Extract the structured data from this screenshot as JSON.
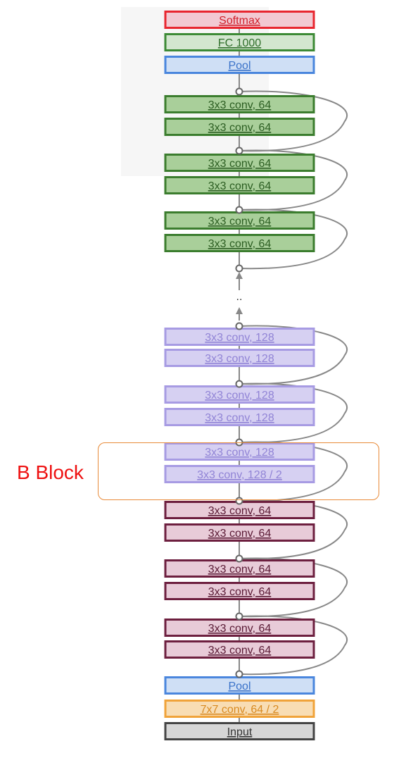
{
  "diagram": {
    "layers": [
      {
        "label": "Softmax",
        "kind": "softmax"
      },
      {
        "label": "FC 1000",
        "kind": "fc"
      },
      {
        "label": "Pool",
        "kind": "pool"
      },
      {
        "label": "3x3 conv, 64",
        "kind": "conv64_top"
      },
      {
        "label": "3x3 conv, 64",
        "kind": "conv64_top"
      },
      {
        "label": "3x3 conv, 64",
        "kind": "conv64_top"
      },
      {
        "label": "3x3 conv, 64",
        "kind": "conv64_top"
      },
      {
        "label": "3x3 conv, 64",
        "kind": "conv64_top"
      },
      {
        "label": "3x3 conv, 64",
        "kind": "conv64_top"
      },
      {
        "label": "3x3 conv, 128",
        "kind": "conv128"
      },
      {
        "label": "3x3 conv, 128",
        "kind": "conv128"
      },
      {
        "label": "3x3 conv, 128",
        "kind": "conv128"
      },
      {
        "label": "3x3 conv, 128",
        "kind": "conv128"
      },
      {
        "label": "3x3 conv, 128",
        "kind": "conv128"
      },
      {
        "label": "3x3 conv, 128 / 2",
        "kind": "conv128"
      },
      {
        "label": "3x3 conv, 64",
        "kind": "conv64_bottom"
      },
      {
        "label": "3x3 conv, 64",
        "kind": "conv64_bottom"
      },
      {
        "label": "3x3 conv, 64",
        "kind": "conv64_bottom"
      },
      {
        "label": "3x3 conv, 64",
        "kind": "conv64_bottom"
      },
      {
        "label": "3x3 conv, 64",
        "kind": "conv64_bottom"
      },
      {
        "label": "3x3 conv, 64",
        "kind": "conv64_bottom"
      },
      {
        "label": "Pool",
        "kind": "pool"
      },
      {
        "label": "7x7 conv, 64 / 2",
        "kind": "conv7"
      },
      {
        "label": "Input",
        "kind": "input"
      }
    ],
    "ellipsis": "..",
    "highlight_label": "B Block",
    "colors": {
      "softmax": {
        "fill": "#f2c9d2",
        "stroke": "#e8262f",
        "text": "#d11f2a"
      },
      "fc": {
        "fill": "#d3e6cf",
        "stroke": "#3c8a35",
        "text": "#2f6e2a"
      },
      "pool": {
        "fill": "#cfdff5",
        "stroke": "#4a86dd",
        "text": "#3a72c9"
      },
      "conv64_top": {
        "fill": "#a9cf9a",
        "stroke": "#3b7d2e",
        "text": "#2c5e22"
      },
      "conv128": {
        "fill": "#d6d0f2",
        "stroke": "#a79be3",
        "text": "#9184d6"
      },
      "conv64_bottom": {
        "fill": "#e8cbd8",
        "stroke": "#6d1f3f",
        "text": "#5a1a35"
      },
      "conv7": {
        "fill": "#f8ddb4",
        "stroke": "#f0a33a",
        "text": "#d98a20"
      },
      "input": {
        "fill": "#d6d6d6",
        "stroke": "#444444",
        "text": "#333333"
      },
      "connector": "#888888",
      "label": "#ee1111",
      "highlight_border": "#e88b3a"
    }
  }
}
